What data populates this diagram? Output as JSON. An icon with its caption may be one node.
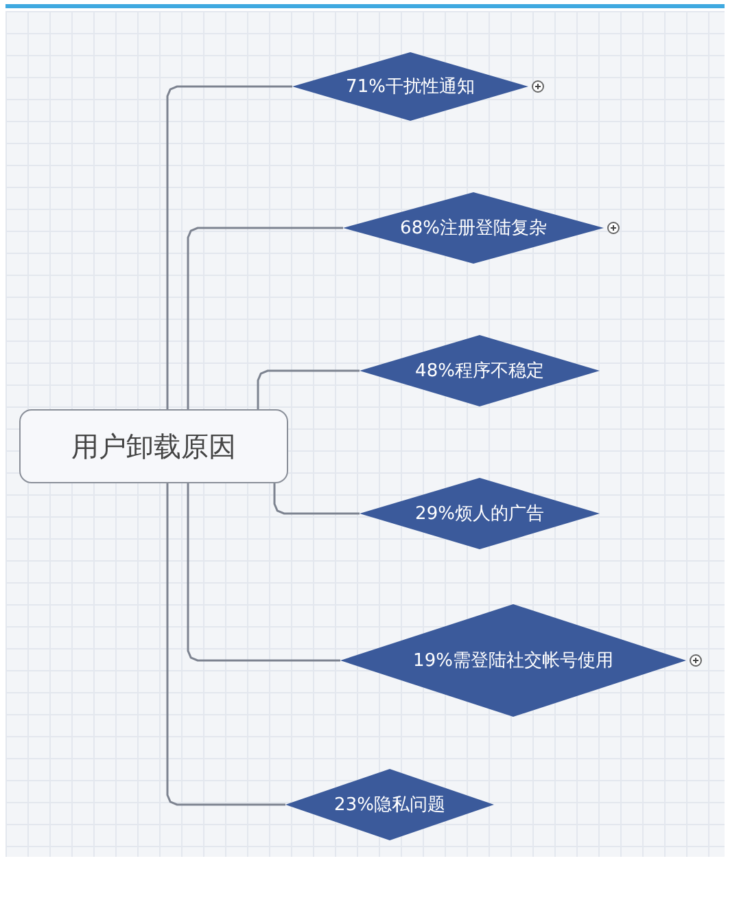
{
  "diagram": {
    "nodes": [
      {
        "text": [
          "用户卸载原因"
        ]
      },
      {
        "text": [
          "71%干扰性通知"
        ]
      },
      {
        "text": [
          "68%注册登陆复杂"
        ]
      },
      {
        "text": [
          "48%程序不稳定"
        ]
      },
      {
        "text": [
          "29%烦人的广告"
        ]
      },
      {
        "text": [
          "19%需登陆社交帐号使用"
        ]
      },
      {
        "text": [
          "23%隐私问题"
        ]
      }
    ],
    "edges": [
      {
        "from": 0,
        "to": 1,
        "arrow": "none"
      },
      {
        "from": 0,
        "to": 2,
        "arrow": "none"
      },
      {
        "from": 0,
        "to": 3,
        "arrow": "none"
      },
      {
        "from": 0,
        "to": 4,
        "arrow": "none"
      },
      {
        "from": 0,
        "to": 5,
        "arrow": "none"
      },
      {
        "from": 0,
        "to": 6,
        "arrow": "none"
      }
    ]
  }
}
